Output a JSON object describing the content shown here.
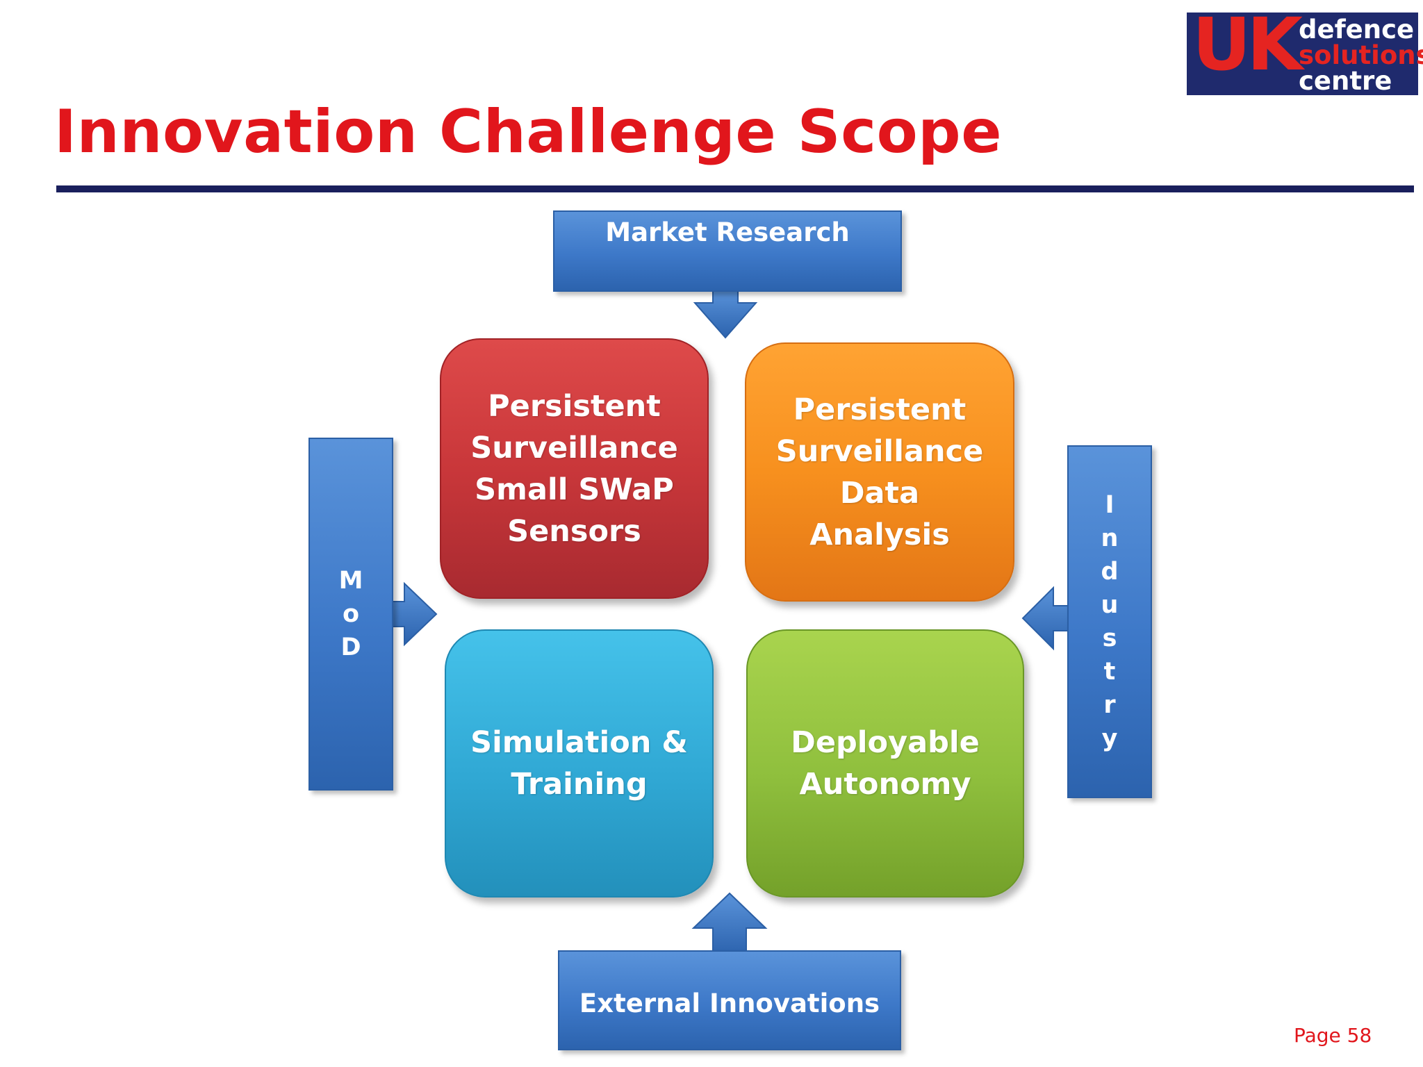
{
  "slide": {
    "title": "Innovation Challenge Scope",
    "page_label": "Page 58"
  },
  "logo": {
    "mark": "UK",
    "line1": "defence",
    "line2": "solutions",
    "line3": "centre"
  },
  "inputs": {
    "top": "Market Research",
    "bottom": "External Innovations",
    "left_letters": [
      "M",
      "o",
      "D"
    ],
    "right_letters": [
      "I",
      "n",
      "d",
      "u",
      "s",
      "t",
      "r",
      "y"
    ]
  },
  "quadrants": [
    {
      "text": "Persistent\nSurveillance\nSmall SWaP\nSensors",
      "color": "#c9373a"
    },
    {
      "text": "Persistent\nSurveillance\nData\nAnalysis",
      "color": "#f7901e"
    },
    {
      "text": "Simulation &\nTraining",
      "color": "#30a8d4"
    },
    {
      "text": "Deployable\nAutonomy",
      "color": "#8fbf3d"
    }
  ],
  "colors": {
    "title": "#e1161c",
    "rule": "#1a1f5c",
    "banner": "#3d78c8"
  }
}
